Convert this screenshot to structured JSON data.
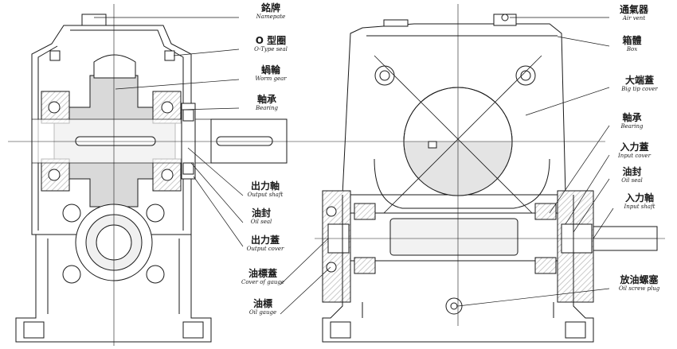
{
  "labels": {
    "nameplate": {
      "zh": "銘牌",
      "en": "Namepate"
    },
    "o_type_seal": {
      "zh": "O 型圈",
      "en": "O-Type seal"
    },
    "worm_gear": {
      "zh": "蝸輪",
      "en": "Worm gear"
    },
    "bearing_left": {
      "zh": "軸承",
      "en": "Bearing"
    },
    "output_shaft": {
      "zh": "出力軸",
      "en": "Output shaft"
    },
    "oil_seal_left": {
      "zh": "油封",
      "en": "Oil seal"
    },
    "output_cover": {
      "zh": "出力蓋",
      "en": "Output cover"
    },
    "cover_of_gauge": {
      "zh": "油標蓋",
      "en": "Cover of gauge"
    },
    "oil_gauge": {
      "zh": "油標",
      "en": "Oil gauge"
    },
    "air_vent": {
      "zh": "通氣器",
      "en": "Air vent"
    },
    "box": {
      "zh": "箱體",
      "en": "Box"
    },
    "big_tip_cover": {
      "zh": "大端蓋",
      "en": "Big tip cover"
    },
    "bearing_right": {
      "zh": "軸承",
      "en": "Bearing"
    },
    "input_cover": {
      "zh": "入力蓋",
      "en": "Input cover"
    },
    "oil_seal_right": {
      "zh": "油封",
      "en": "Oil seal"
    },
    "input_shaft": {
      "zh": "入力軸",
      "en": "Input shaft"
    },
    "oil_screw_plug": {
      "zh": "放油螺塞",
      "en": "Oil screw plug"
    }
  },
  "colors": {
    "line": "#1a1a1a",
    "fill": "#ffffff",
    "hatch": "#c8c8c8",
    "shade": "#e4e4e4"
  }
}
